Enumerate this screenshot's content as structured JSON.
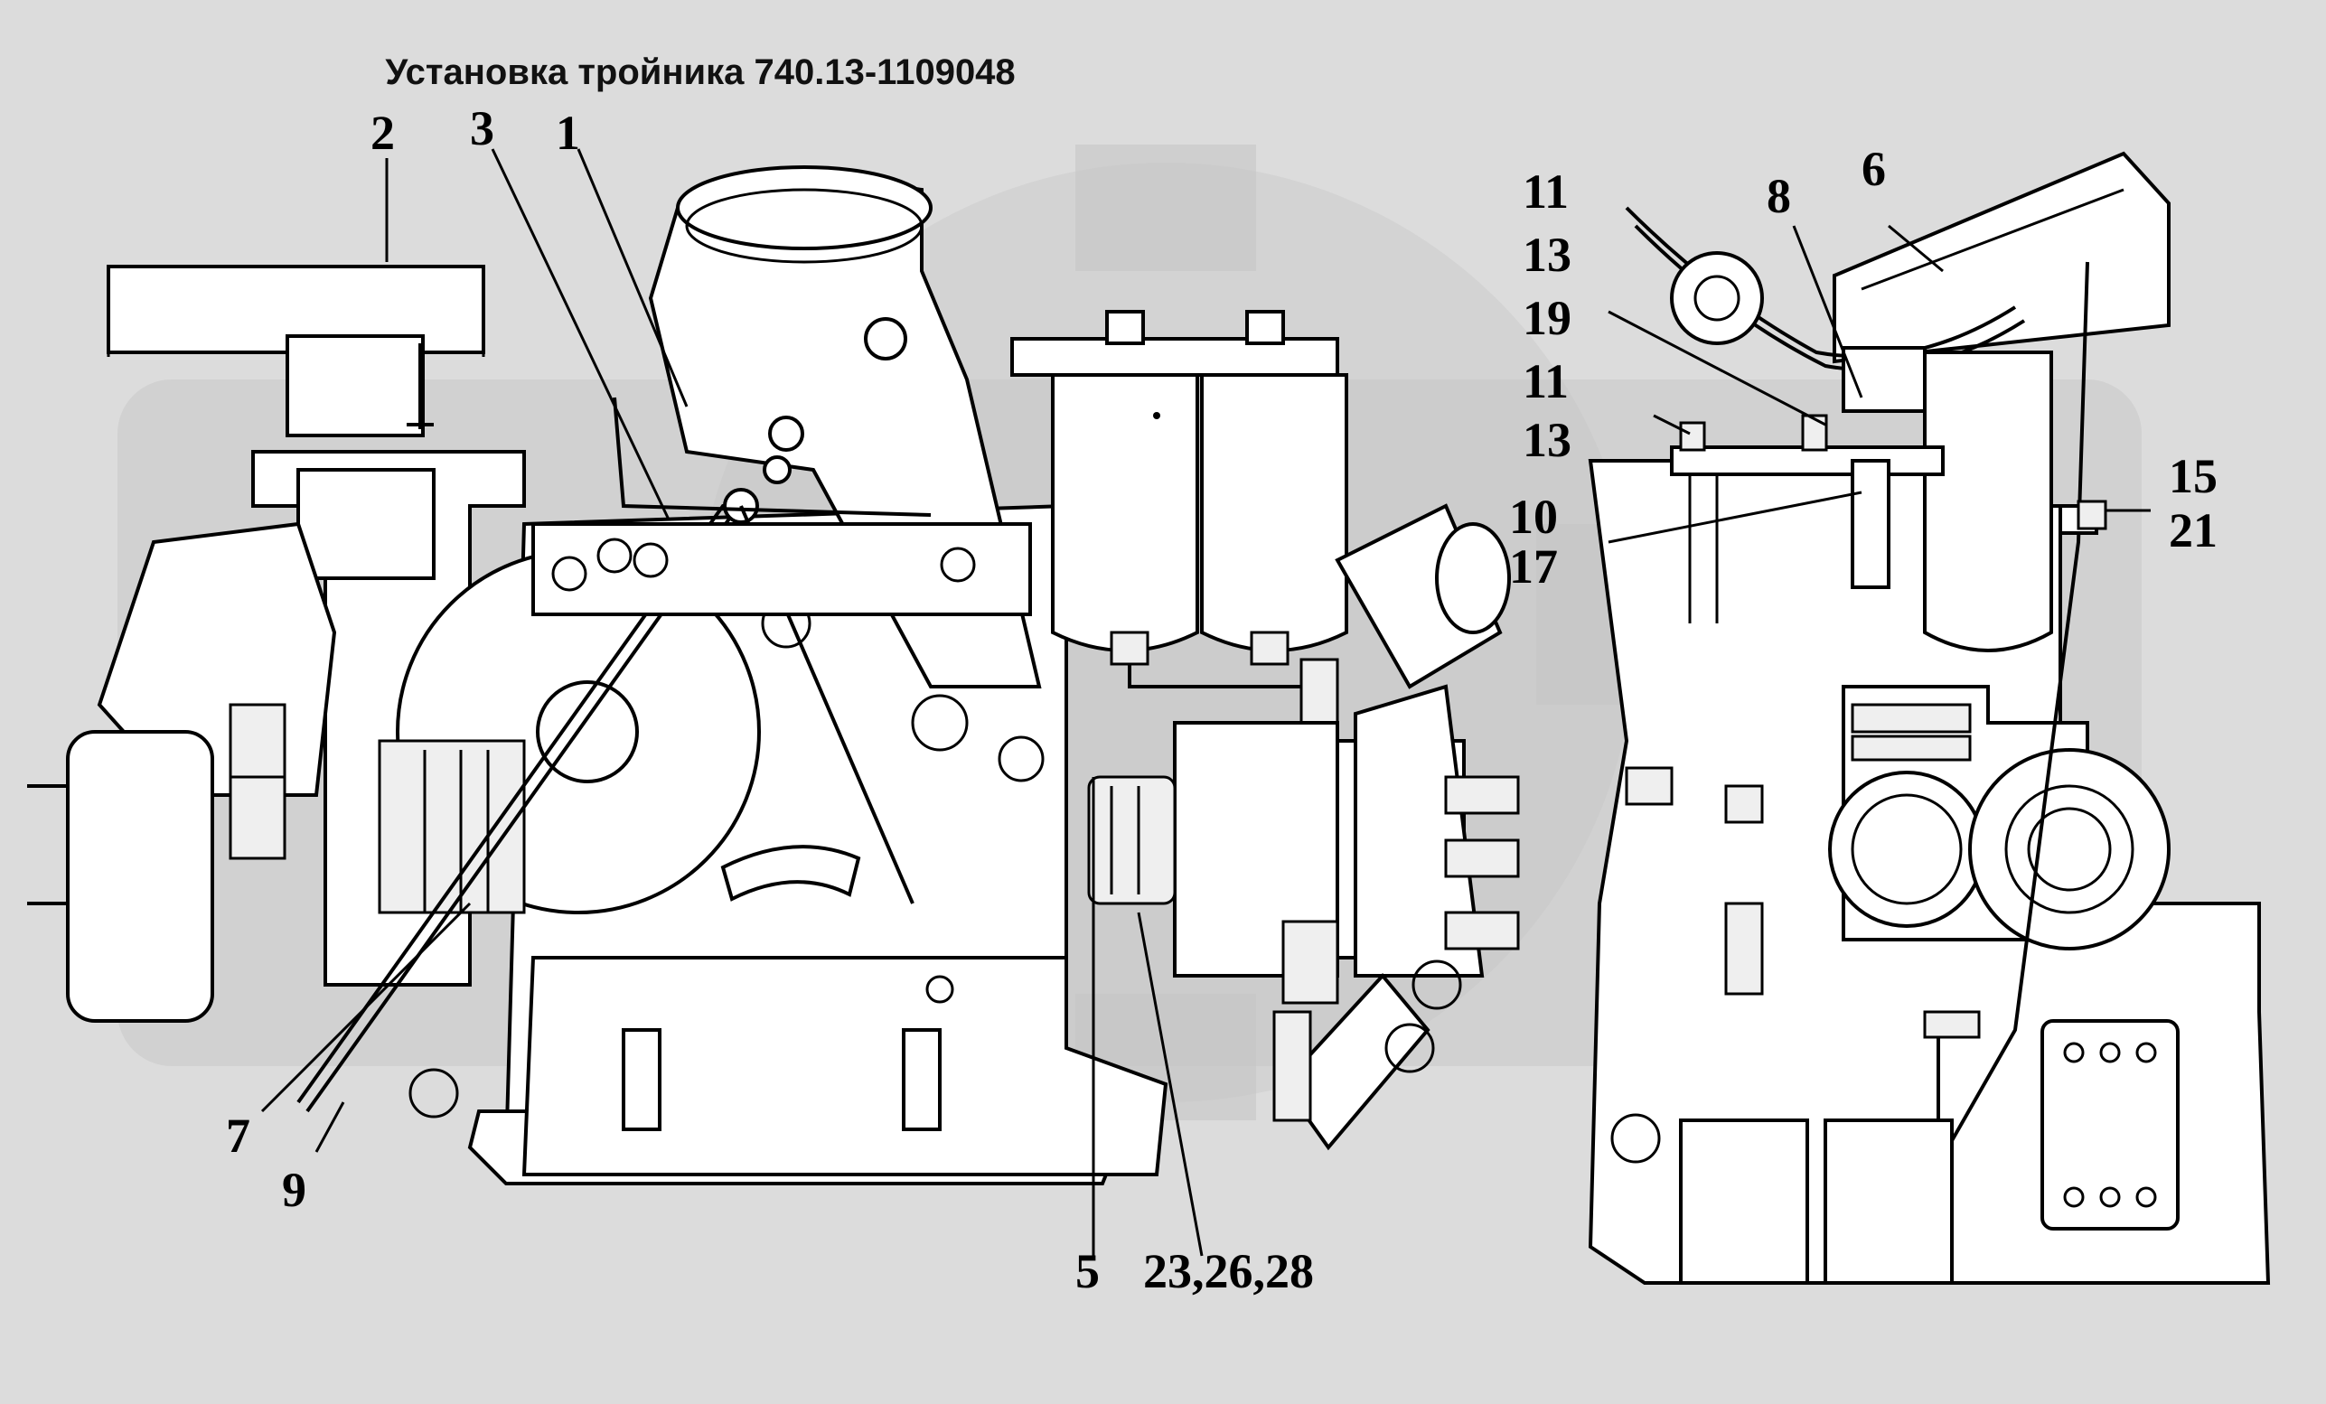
{
  "title": "Установка тройника 740.13-1109048",
  "colors": {
    "background": "#dcdcdc",
    "watermark": "#c4c4c4",
    "line": "#000000"
  },
  "callouts": [
    {
      "id": "c2",
      "text": "2"
    },
    {
      "id": "c3",
      "text": "3"
    },
    {
      "id": "c1",
      "text": "1"
    },
    {
      "id": "c7",
      "text": "7"
    },
    {
      "id": "c9",
      "text": "9"
    },
    {
      "id": "c5",
      "text": "5"
    },
    {
      "id": "c23",
      "text": "23,26,28"
    },
    {
      "id": "c11a",
      "text": "11"
    },
    {
      "id": "c13a",
      "text": "13"
    },
    {
      "id": "c19",
      "text": "19"
    },
    {
      "id": "c11b",
      "text": "11"
    },
    {
      "id": "c13b",
      "text": "13"
    },
    {
      "id": "c10",
      "text": "10"
    },
    {
      "id": "c17",
      "text": "17"
    },
    {
      "id": "c8",
      "text": "8"
    },
    {
      "id": "c6",
      "text": "6"
    },
    {
      "id": "c15",
      "text": "15"
    },
    {
      "id": "c21",
      "text": "21"
    }
  ]
}
